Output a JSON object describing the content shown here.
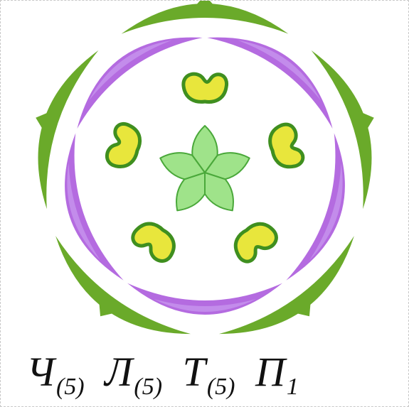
{
  "colors": {
    "sepal": "#6aaa2a",
    "sepal_dark": "#4f8f1e",
    "petal": "#b46be0",
    "petal_light": "#c99af0",
    "stamen_fill": "#e8e63c",
    "stamen_outline": "#3f8f1f",
    "pistil_fill": "#9fe38a",
    "pistil_outline": "#4aa83a",
    "text": "#111111"
  },
  "formula": {
    "calyx_letter": "Ч",
    "calyx_count": "(5)",
    "corolla_letter": "Л",
    "corolla_count": "(5)",
    "stamens_letter": "Т",
    "stamens_count": "(5)",
    "pistil_letter": "П",
    "pistil_count": "1"
  }
}
